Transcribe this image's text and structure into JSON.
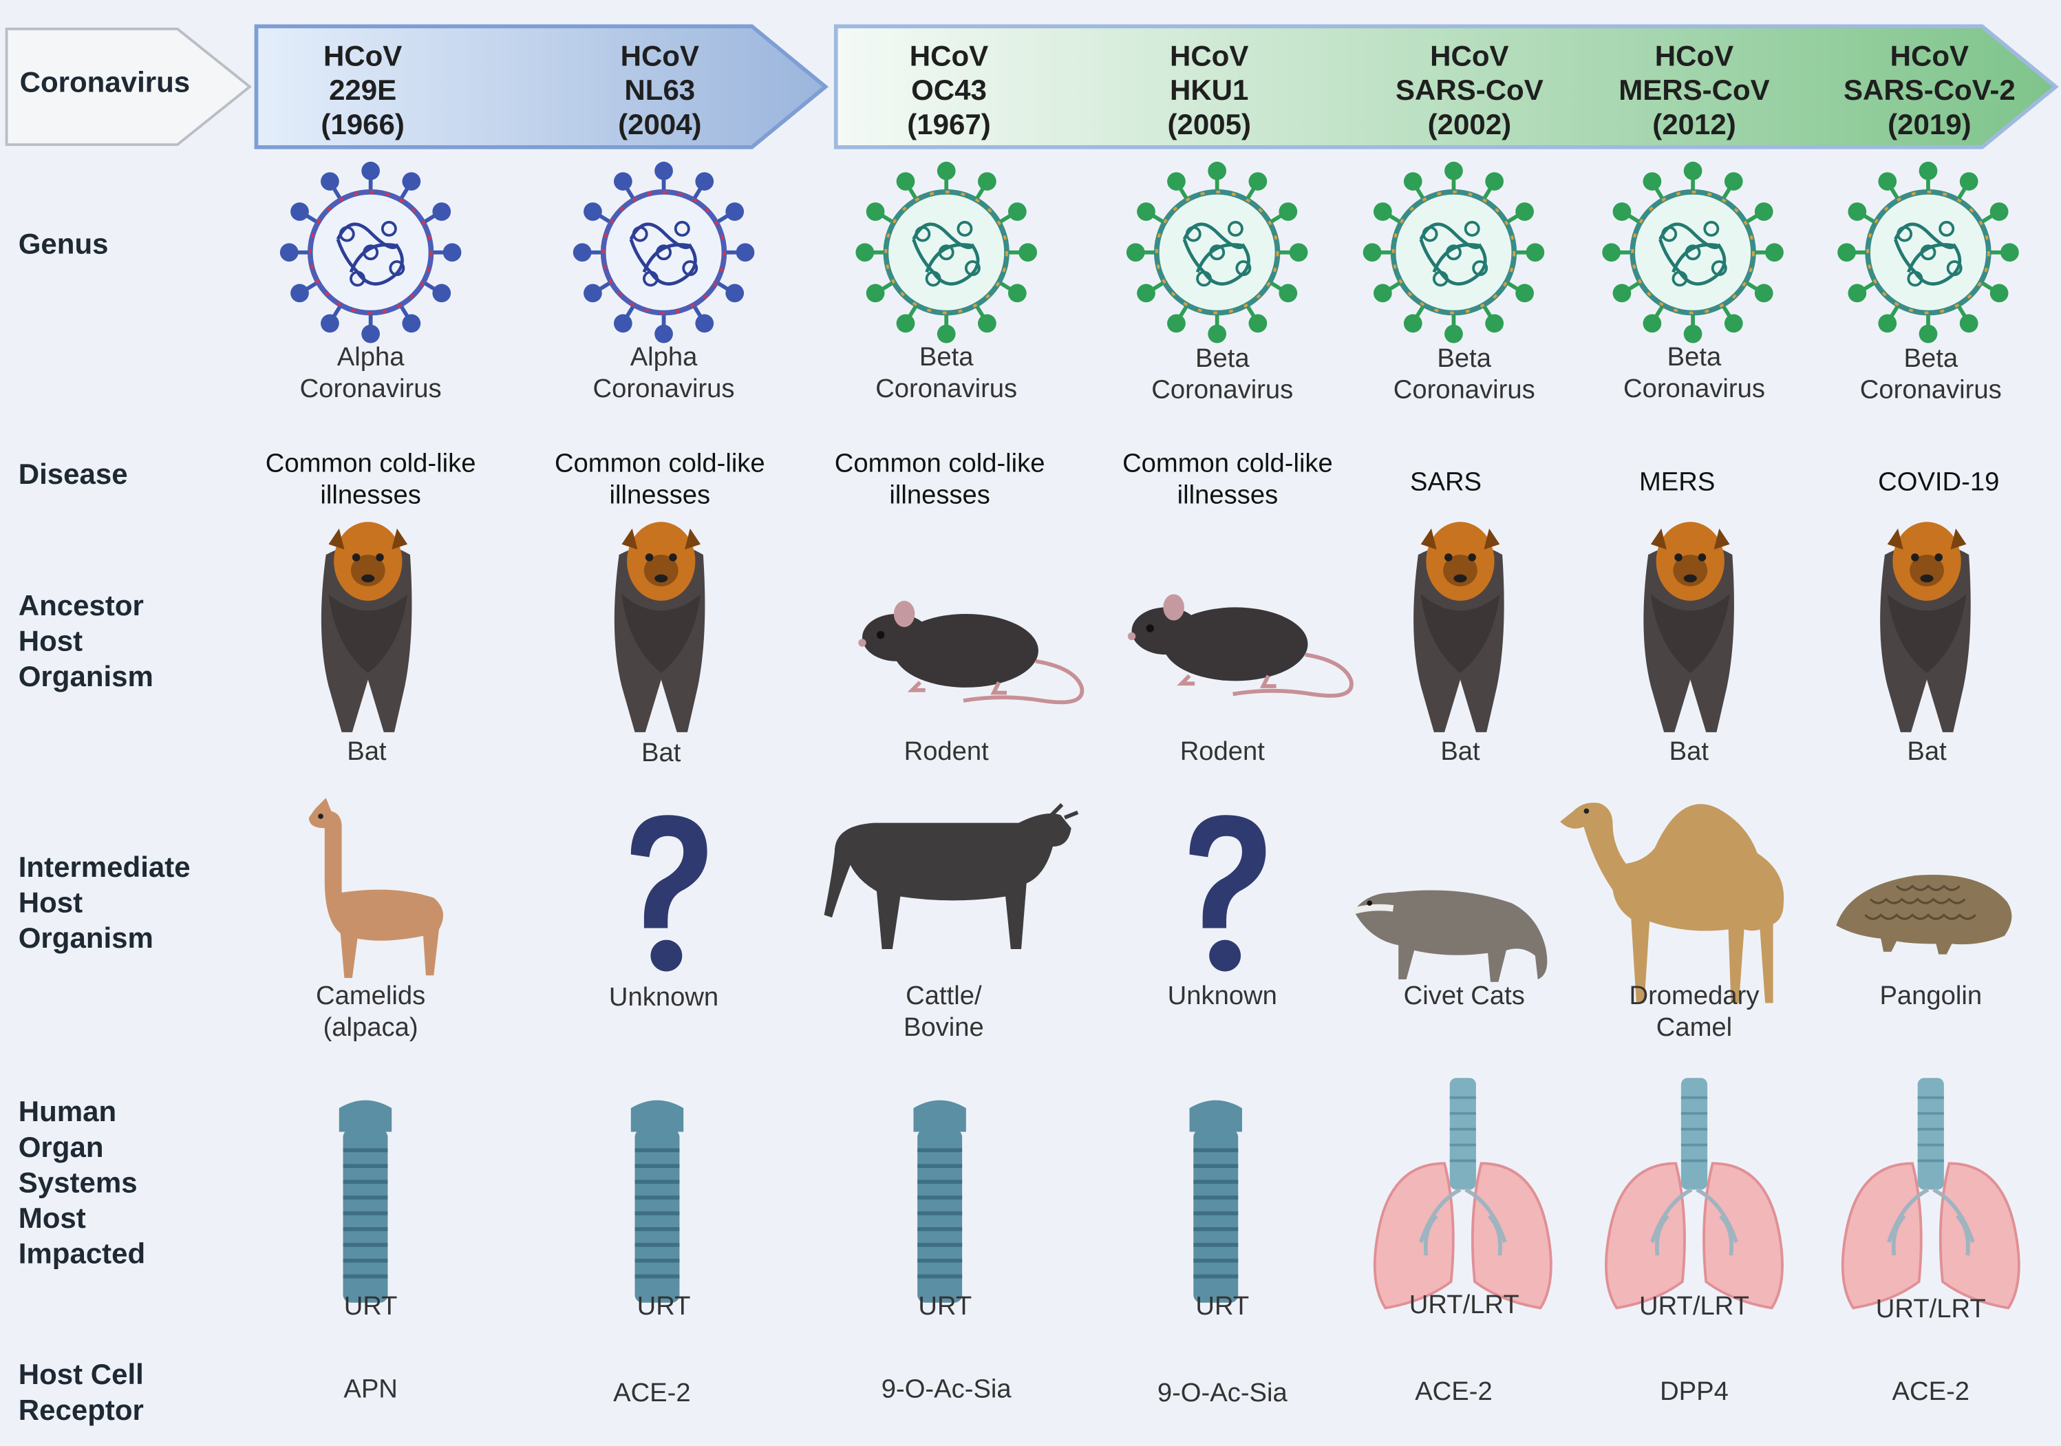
{
  "header_label": "Coronavirus",
  "rows": {
    "genus": "Genus",
    "disease": "Disease",
    "ancestor": [
      "Ancestor",
      "Host",
      "Organism"
    ],
    "intermediate": [
      "Intermediate",
      "Host",
      "Organism"
    ],
    "organ": [
      "Human",
      "Organ",
      "Systems",
      "Most",
      "Impacted"
    ],
    "receptor": [
      "Host Cell",
      "Receptor"
    ]
  },
  "viruses": [
    {
      "name1": "HCoV",
      "name2": "229E",
      "year": "(1966)",
      "genus": [
        "Alpha",
        "Coronavirus"
      ],
      "disease": [
        "Common cold-like",
        "illnesses"
      ],
      "ancestor": "Bat",
      "intermediate": [
        "Camelids",
        "(alpaca)"
      ],
      "organ": "URT",
      "receptor": "APN"
    },
    {
      "name1": "HCoV",
      "name2": "NL63",
      "year": "(2004)",
      "genus": [
        "Alpha",
        "Coronavirus"
      ],
      "disease": [
        "Common cold-like",
        "illnesses"
      ],
      "ancestor": "Bat",
      "intermediate": [
        "Unknown",
        ""
      ],
      "organ": "URT",
      "receptor": "ACE-2"
    },
    {
      "name1": "HCoV",
      "name2": "OC43",
      "year": "(1967)",
      "genus": [
        "Beta",
        "Coronavirus"
      ],
      "disease": [
        "Common cold-like",
        "illnesses"
      ],
      "ancestor": "Rodent",
      "intermediate": [
        "Cattle/",
        "Bovine"
      ],
      "organ": "URT",
      "receptor": "9-O-Ac-Sia"
    },
    {
      "name1": "HCoV",
      "name2": "HKU1",
      "year": "(2005)",
      "genus": [
        "Beta",
        "Coronavirus"
      ],
      "disease": [
        "Common cold-like",
        "illnesses"
      ],
      "ancestor": "Rodent",
      "intermediate": [
        "Unknown",
        ""
      ],
      "organ": "URT",
      "receptor": "9-O-Ac-Sia"
    },
    {
      "name1": "HCoV",
      "name2": "SARS-CoV",
      "year": "(2002)",
      "genus": [
        "Beta",
        "Coronavirus"
      ],
      "disease": [
        "SARS",
        ""
      ],
      "ancestor": "Bat",
      "intermediate": [
        "Civet Cats",
        ""
      ],
      "organ": "URT/LRT",
      "receptor": "ACE-2"
    },
    {
      "name1": "HCoV",
      "name2": "MERS-CoV",
      "year": "(2012)",
      "genus": [
        "Beta",
        "Coronavirus"
      ],
      "disease": [
        "MERS",
        ""
      ],
      "ancestor": "Bat",
      "intermediate": [
        "Dromedary",
        "Camel"
      ],
      "organ": "URT/LRT",
      "receptor": "DPP4"
    },
    {
      "name1": "HCoV",
      "name2": "SARS-CoV-2",
      "year": "(2019)",
      "genus": [
        "Beta",
        "Coronavirus"
      ],
      "disease": [
        "COVID-19",
        ""
      ],
      "ancestor": "Bat",
      "intermediate": [
        "Pangolin",
        ""
      ],
      "organ": "URT/LRT",
      "receptor": "ACE-2"
    }
  ],
  "colors": {
    "background": "#eef2f8",
    "alpha_virus": "#3d57b0",
    "beta_virus": "#2e9f55",
    "alpha_arrow_light": "#e4eefb",
    "alpha_arrow_dark": "#9bb5dc",
    "beta_arrow_light": "#f4faf6",
    "beta_arrow_dark": "#7fc48b",
    "bat_fur": "#c8731f",
    "bat_wing": "#4a4445",
    "rodent": "#3a3638",
    "trachea": "#5b8fa3",
    "lungs": "#f2b7b9"
  },
  "icons": {
    "genus": "virus-icon",
    "ancestor_bat": "bat-icon",
    "ancestor_rodent": "rodent-icon",
    "intermediate": [
      "alpaca-icon",
      "question-mark-icon",
      "cattle-icon",
      "question-mark-icon",
      "civet-icon",
      "camel-icon",
      "pangolin-icon"
    ],
    "organ_urt": "trachea-icon",
    "organ_lrt": "lungs-icon"
  }
}
